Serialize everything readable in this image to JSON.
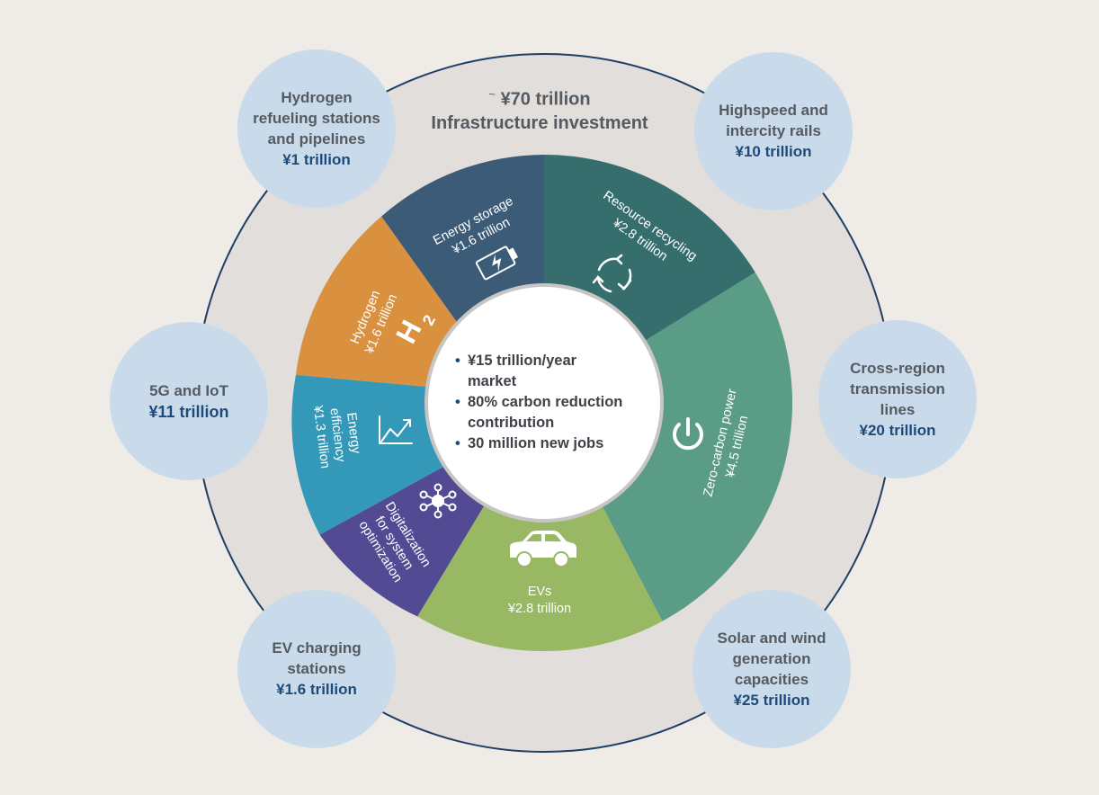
{
  "heading": {
    "prefix": "~",
    "amount": "¥70 trillion",
    "subtitle": "Infrastructure investment"
  },
  "center": {
    "bullets": [
      "¥15 trillion/year market",
      "80% carbon reduction contribution",
      "30 million new jobs"
    ]
  },
  "segments": [
    {
      "line1": "Resource recycling",
      "line2": "¥2.8 trillion",
      "value_trillion": 2.8,
      "color": "#356e6c",
      "icon": "recycle-arrows-icon"
    },
    {
      "line1": "Zero-carbon power",
      "line2": "¥4.5 trillion",
      "value_trillion": 4.5,
      "color": "#5a9c86",
      "icon": "power-icon"
    },
    {
      "line1": "EVs",
      "line2": "¥2.8 trillion",
      "value_trillion": 2.8,
      "color": "#98b864",
      "icon": "car-icon"
    },
    {
      "line1": "Digitalization",
      "line2": "for system",
      "line3": "optimization",
      "color": "#524a92",
      "icon": "network-nodes-icon"
    },
    {
      "line1": "Energy",
      "line2": "efficiency",
      "line3": "¥1.3 trillion",
      "value_trillion": 1.3,
      "color": "#3499b8",
      "icon": "growth-chart-icon"
    },
    {
      "line1": "Hydrogen",
      "line2": "¥1.6 trillion",
      "value_trillion": 1.6,
      "color": "#d9913f",
      "icon": "h2-icon",
      "icon_text": "H",
      "icon_sub": "2"
    },
    {
      "line1": "Energy storage",
      "line2": "¥1.6 trillion",
      "value_trillion": 1.6,
      "color": "#3b5b76",
      "icon": "battery-icon"
    }
  ],
  "bubbles": [
    {
      "lines": [
        "Hydrogen",
        "refueling stations",
        "and pipelines"
      ],
      "value": "¥1 trillion"
    },
    {
      "lines": [
        "Highspeed and",
        "intercity rails"
      ],
      "value": "¥10 trillion"
    },
    {
      "lines": [
        "5G and IoT"
      ],
      "value": "¥11 trillion"
    },
    {
      "lines": [
        "Cross-region",
        "transmission",
        "lines"
      ],
      "value": "¥20 trillion"
    },
    {
      "lines": [
        "EV charging",
        "stations"
      ],
      "value": "¥1.6 trillion"
    },
    {
      "lines": [
        "Solar and wind",
        "generation",
        "capacities"
      ],
      "value": "¥25 trillion"
    }
  ],
  "colors": {
    "background": "#efebe7",
    "outer_ring": "#e1dedb",
    "ring_outline": "#1f3f66",
    "bubble": "#c9dbea",
    "bubble_value": "#1d4a7a"
  }
}
